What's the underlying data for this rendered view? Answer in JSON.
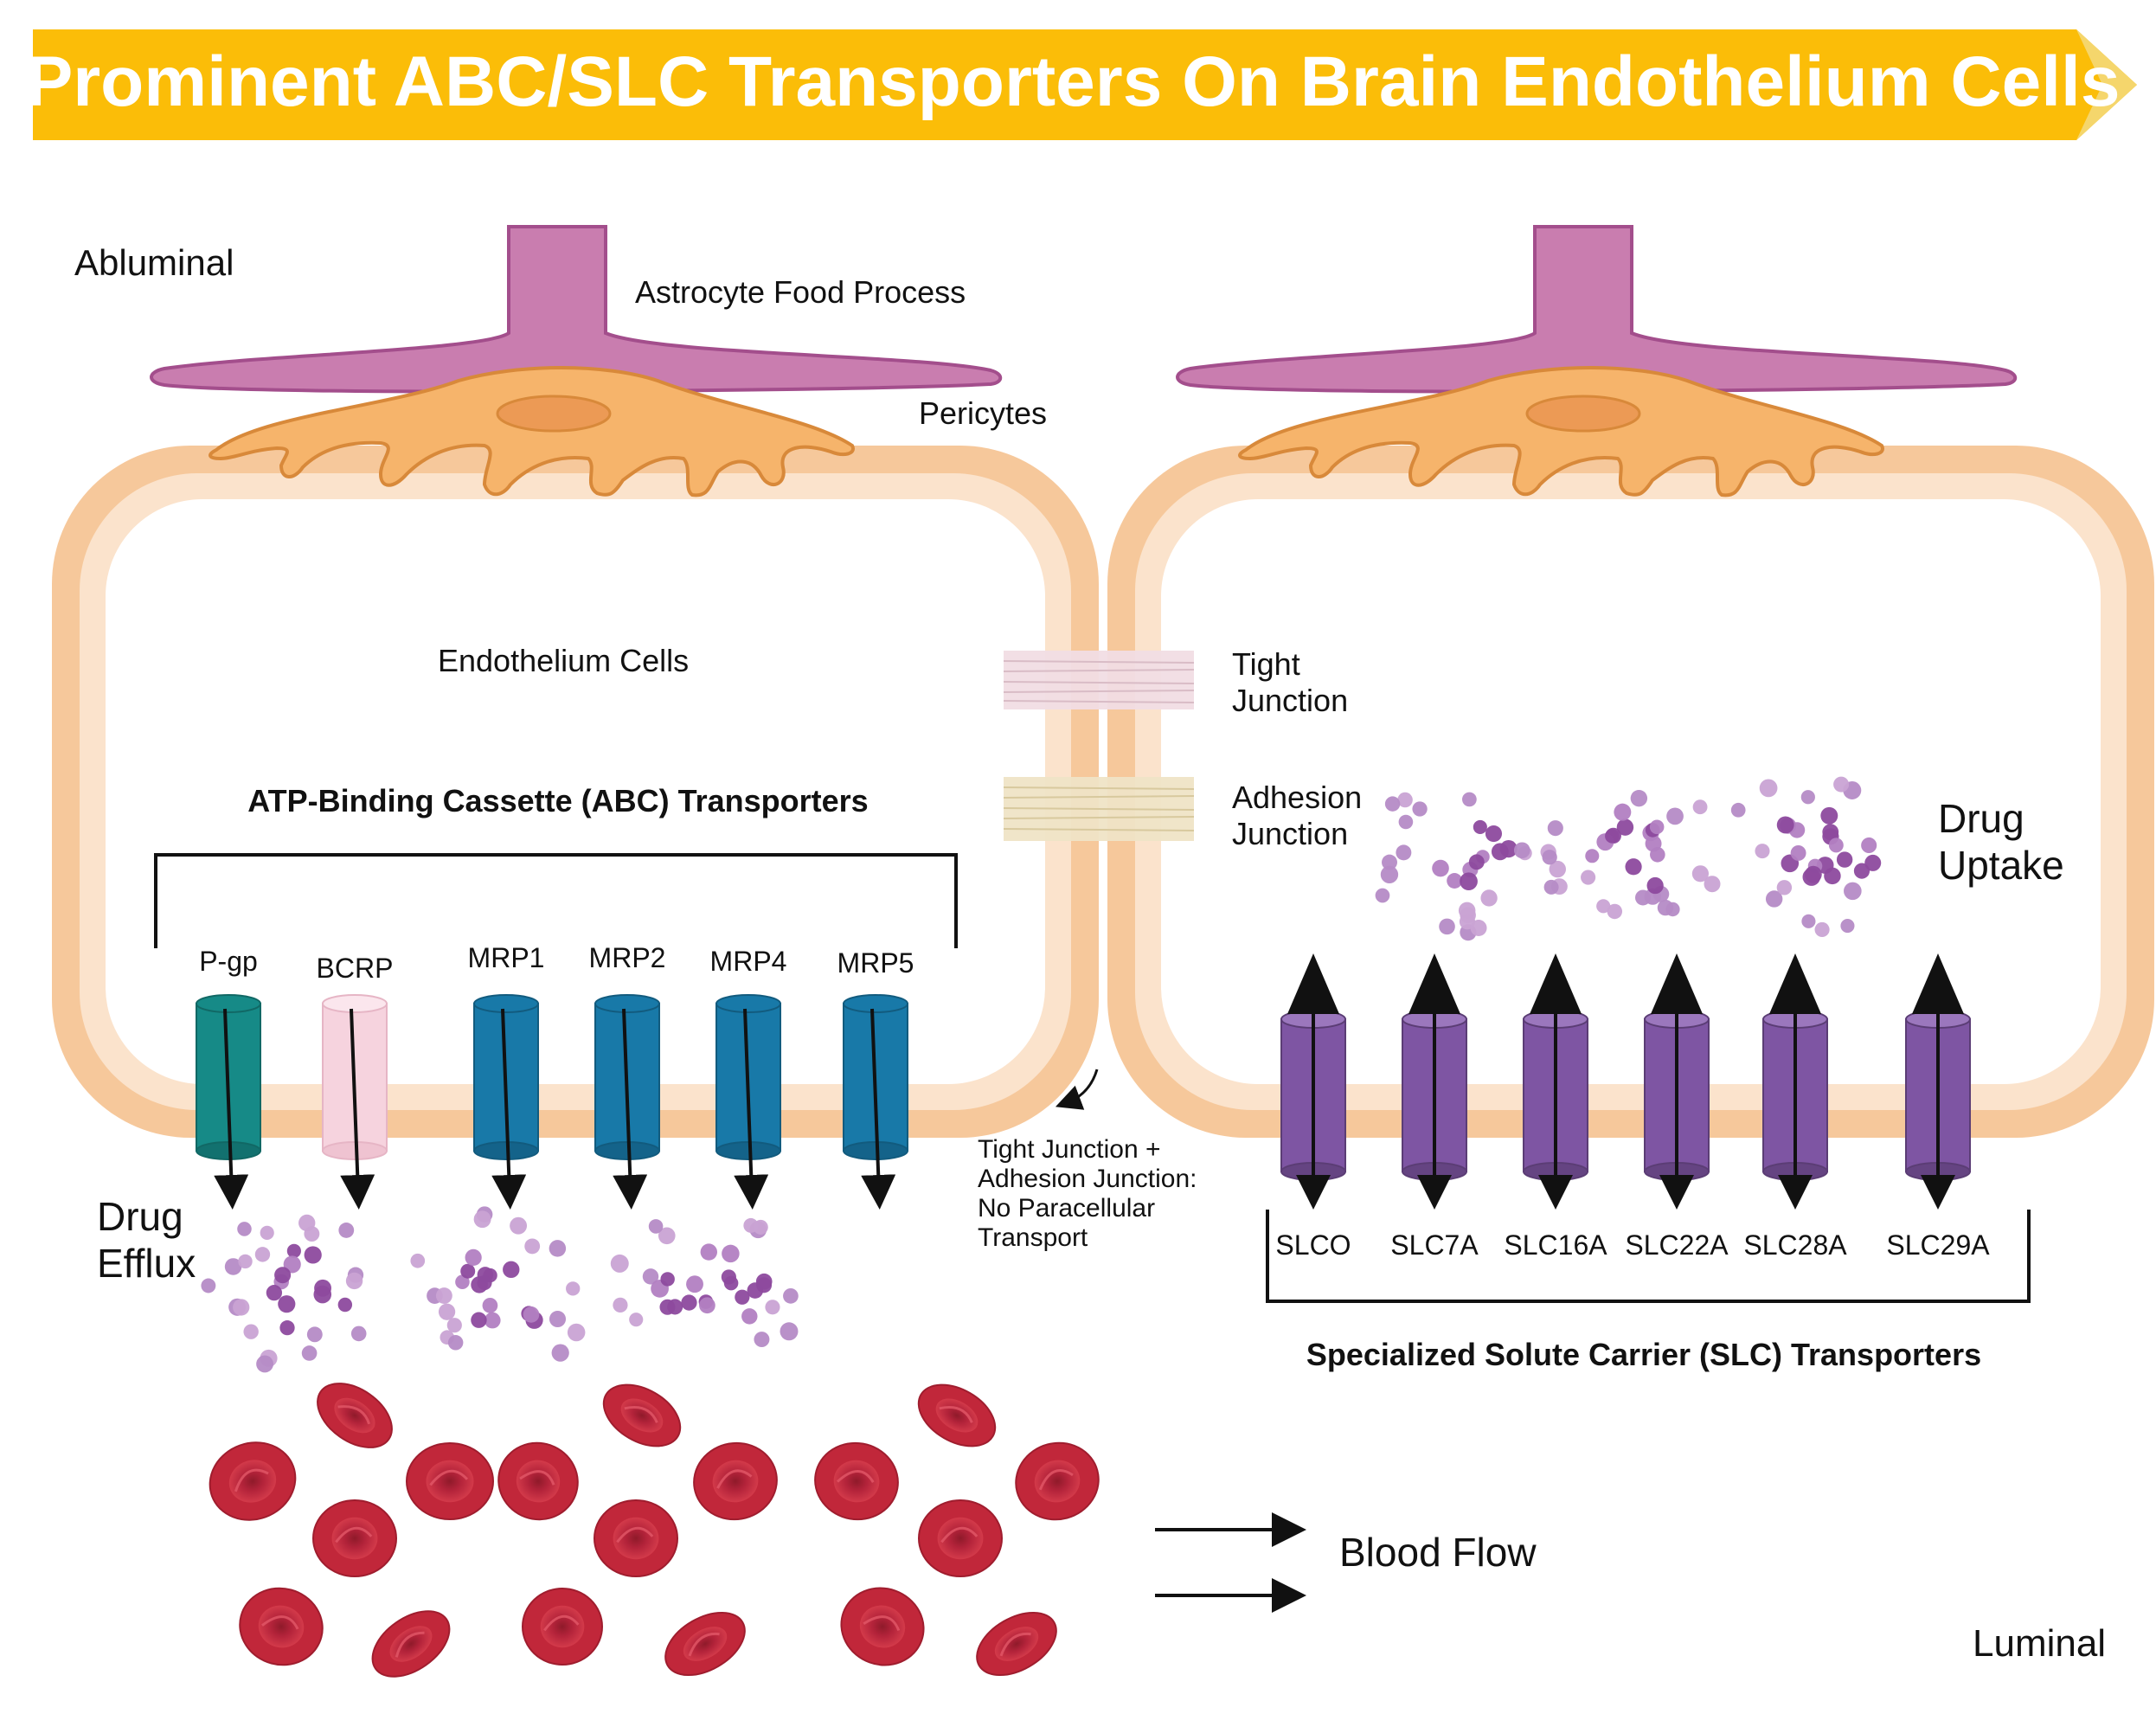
{
  "title": "Prominent ABC/SLC Transporters On Brain Endothelium Cells",
  "labels": {
    "abluminal": "Abluminal",
    "luminal": "Luminal",
    "astrocyte": "Astrocyte Food Process",
    "pericytes": "Pericytes",
    "endothelium": "Endothelium Cells",
    "tight_junction": [
      "Tight",
      "Junction"
    ],
    "adhesion_junction": [
      "Adhesion",
      "Junction"
    ],
    "junction_note": [
      "Tight Junction +",
      "Adhesion Junction:",
      "No Paracellular",
      "Transport"
    ],
    "drug_efflux": [
      "Drug",
      "Efflux"
    ],
    "drug_uptake": [
      "Drug",
      "Uptake"
    ],
    "blood_flow": "Blood Flow"
  },
  "abc": {
    "heading": "ATP-Binding Cassette (ABC) Transporters",
    "transporters": [
      {
        "name": "P-gp",
        "color": "#168a87"
      },
      {
        "name": "BCRP",
        "color": "#f6d3de"
      },
      {
        "name": "MRP1",
        "color": "#1879a8"
      },
      {
        "name": "MRP2",
        "color": "#1879a8"
      },
      {
        "name": "MRP4",
        "color": "#1879a8"
      },
      {
        "name": "MRP5",
        "color": "#1879a8"
      }
    ]
  },
  "slc": {
    "heading": "Specialized Solute Carrier (SLC) Transporters",
    "transporters": [
      {
        "name": "SLCO",
        "color": "#7e55a3"
      },
      {
        "name": "SLC7A",
        "color": "#7e55a3"
      },
      {
        "name": "SLC16A",
        "color": "#7e55a3"
      },
      {
        "name": "SLC22A",
        "color": "#7e55a3"
      },
      {
        "name": "SLC28A",
        "color": "#7e55a3"
      },
      {
        "name": "SLC29A",
        "color": "#7e55a3"
      }
    ]
  },
  "colors": {
    "banner": "#fbbd08",
    "membrane": "#f6c89b",
    "membrane_inner": "#fbe3cc",
    "astrocyte": "#c97daf",
    "pericyte": "#f6b46b",
    "rbc": "#c1273a"
  }
}
